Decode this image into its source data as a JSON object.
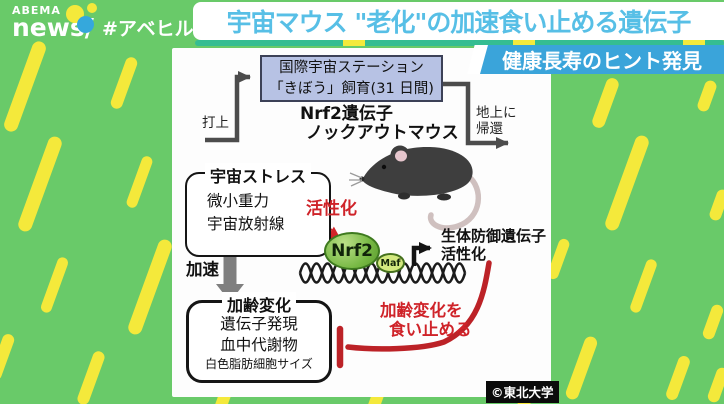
{
  "header": {
    "logo_top": "ABEMA",
    "logo_bottom": "news/",
    "hashtag": "#アベヒル",
    "headline": "宇宙マウス \"老化\"の加速食い止める遺伝子",
    "sub_banner": "健康長寿のヒント発見"
  },
  "diagram": {
    "iss_box": {
      "line1": "国際宇宙ステーション",
      "line2": "「きぼう」飼育(31 日間)"
    },
    "launch_label": "打上",
    "return_label": {
      "line1": "地上に",
      "line2": "帰還"
    },
    "mouse_label": {
      "line1": "Nrf2遺伝子",
      "line2": "ノックアウトマウス"
    },
    "stress_box": {
      "title": "宇宙ストレス",
      "items": [
        "微小重力",
        "宇宙放射線"
      ]
    },
    "activation_label": "活性化",
    "accelerate_label": "加速",
    "nrf2_oval": "Nrf2",
    "maf_oval": "Maf",
    "defense_label": {
      "line1": "生体防御遺伝子",
      "line2": "活性化"
    },
    "aging_box": {
      "title": "加齢変化",
      "items": [
        "遺伝子発現",
        "血中代謝物",
        "白色脂肪細胞サイズ"
      ]
    },
    "stop_label": {
      "line1": "加齢変化を",
      "line2": "食い止める"
    },
    "credit": "©東北大学"
  },
  "colors": {
    "background_green": "#69ca69",
    "stripe_yellow": "#f4e93b",
    "headline_blue": "#57bfe6",
    "banner_blue": "#3aa4da",
    "accent_red": "#cf2329",
    "nrf2_green": "#76b843",
    "iss_box_fill": "#b7c2e4"
  }
}
